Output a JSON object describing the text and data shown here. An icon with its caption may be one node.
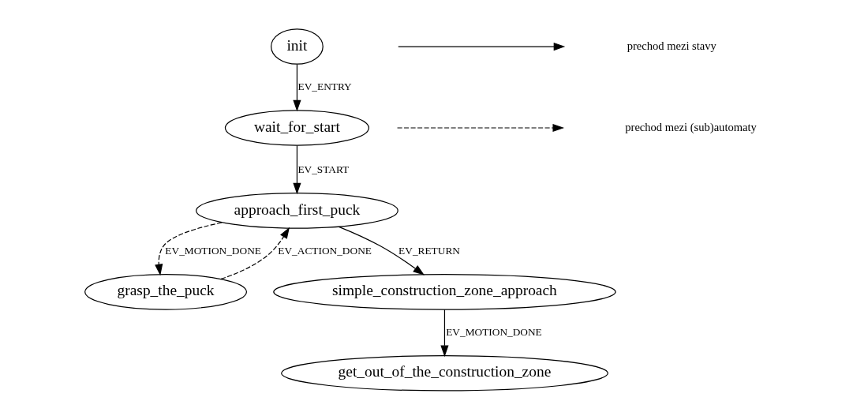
{
  "diagram": {
    "nodes": [
      {
        "text": [
          "init"
        ]
      },
      {
        "text": [
          "wait_for_start"
        ]
      },
      {
        "text": [
          "approach_first_puck"
        ]
      },
      {
        "text": [
          "grasp_the_puck"
        ]
      },
      {
        "text": [
          "simple_construction_zone_approach"
        ]
      },
      {
        "text": [
          "get_out_of_the_construction_zone"
        ]
      }
    ],
    "edges": [
      {
        "from": 0,
        "to": 1,
        "arrow": "to",
        "label": "EV_ENTRY"
      },
      {
        "from": 1,
        "to": 2,
        "arrow": "to",
        "label": "EV_START"
      },
      {
        "from": 2,
        "to": 3,
        "arrow": "to",
        "label": "EV_MOTION_DONE",
        "style": "dashed"
      },
      {
        "from": 3,
        "to": 2,
        "arrow": "to",
        "label": "EV_ACTION_DONE",
        "style": "dashed"
      },
      {
        "from": 2,
        "to": 4,
        "arrow": "to",
        "label": "EV_RETURN"
      },
      {
        "from": 4,
        "to": 5,
        "arrow": "to",
        "label": "EV_MOTION_DONE"
      }
    ],
    "legend": [
      {
        "text": "prechod mezi stavy"
      },
      {
        "text": "prechod mezi (sub)automaty"
      }
    ]
  }
}
